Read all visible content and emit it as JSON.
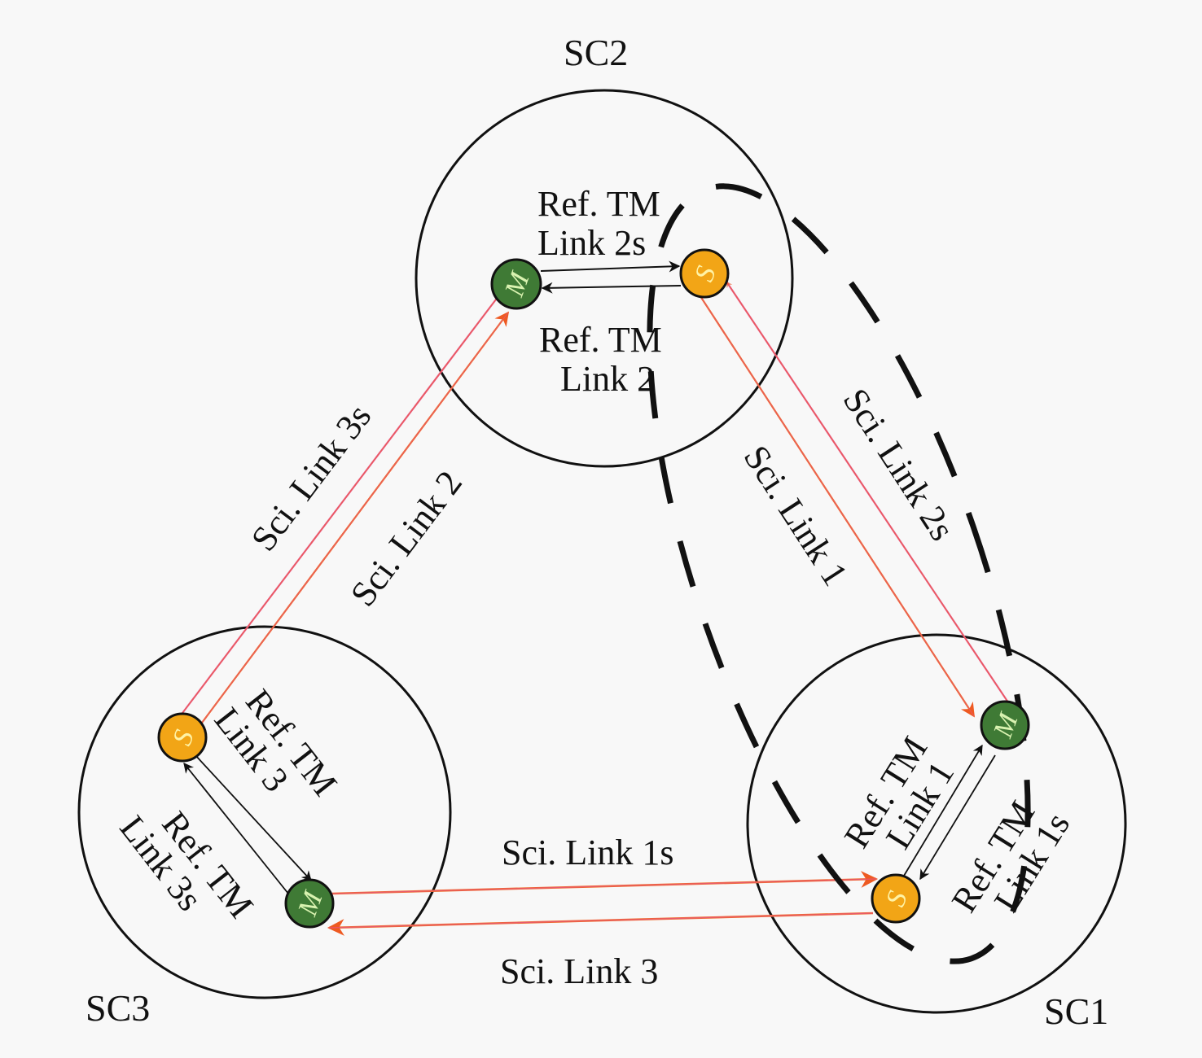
{
  "title": "Three-spacecraft interferometer link diagram",
  "colors": {
    "background": "#f8f8f8",
    "mass_node": "#3f7a35",
    "mass_letter": "#d9f2b0",
    "sensor_node": "#f2a516",
    "sensor_letter": "#fff3a6",
    "sci_orange": "#ee6a2a",
    "sci_pink": "#e8548a",
    "outline": "#111111"
  },
  "spacecraft": [
    {
      "id": "sc1",
      "label": "SC1"
    },
    {
      "id": "sc2",
      "label": "SC2"
    },
    {
      "id": "sc3",
      "label": "SC3"
    }
  ],
  "nodes": [
    {
      "id": "sc2-m",
      "letter": "M",
      "type": "mass"
    },
    {
      "id": "sc2-s",
      "letter": "S",
      "type": "sensor"
    },
    {
      "id": "sc3-s",
      "letter": "S",
      "type": "sensor"
    },
    {
      "id": "sc3-m",
      "letter": "M",
      "type": "mass"
    },
    {
      "id": "sc1-m",
      "letter": "M",
      "type": "mass"
    },
    {
      "id": "sc1-s",
      "letter": "S",
      "type": "sensor"
    }
  ],
  "ref_links": {
    "sc2_2s": [
      "Ref. TM",
      "Link 2s"
    ],
    "sc2_2": [
      "Ref. TM",
      "Link 2"
    ],
    "sc3_3": [
      "Ref. TM",
      "Link 3"
    ],
    "sc3_3s": [
      "Ref. TM",
      "Link 3s"
    ],
    "sc1_1": [
      "Ref. TM",
      "Link 1"
    ],
    "sc1_1s": [
      "Ref. TM",
      "Link 1s"
    ]
  },
  "sci_links": {
    "link_3s": "Sci. Link 3s",
    "link_2": "Sci. Link 2",
    "link_1": "Sci. Link 1",
    "link_2s": "Sci. Link 2s",
    "link_1s": "Sci. Link 1s",
    "link_3": "Sci. Link 3"
  }
}
